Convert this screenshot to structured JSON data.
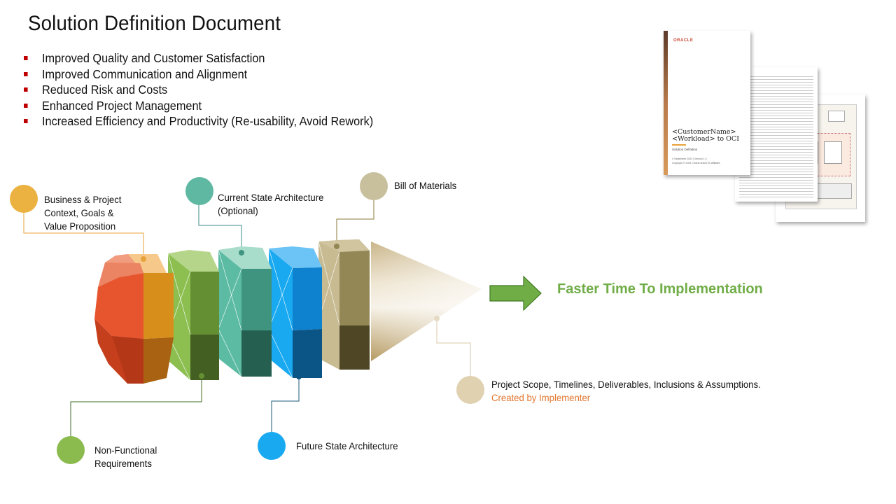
{
  "title": "Solution Definition Document",
  "bullets": [
    "Improved Quality and Customer Satisfaction",
    "Improved Communication and Alignment",
    "Reduced Risk and Costs",
    "Enhanced Project Management",
    "Increased Efficiency and Productivity (Re-usability, Avoid Rework)"
  ],
  "labels": {
    "business": [
      "Business & Project",
      "Context, Goals &",
      "Value Proposition"
    ],
    "current_state": [
      "Current State Architecture",
      "(Optional)"
    ],
    "bom": "Bill of Materials",
    "non_functional": [
      "Non-Functional",
      "Requirements"
    ],
    "future_state": "Future State Architecture",
    "scope": "Project Scope, Timelines, Deliverables, Inclusions & Assumptions.",
    "scope_sub": "Created by Implementer",
    "outcome": "Faster Time To Implementation"
  },
  "document": {
    "brand": "ORACLE",
    "title_line1": "<CustomerName>",
    "title_line2": "<Workload> to OCI",
    "subtitle": "Solution Definition",
    "date": "X September 2023 | Version 1.0",
    "copyright": "Copyright © 2023, Oracle and/or its affiliates"
  },
  "colors": {
    "bullet_marker": "#c00000",
    "outcome_text": "#70ad47",
    "scope_sub_text": "#e2762e",
    "segment_business": "#e8562f",
    "segment_non_functional": "#7aab3e",
    "segment_current_state": "#4fb39a",
    "segment_future_state": "#119ee6",
    "segment_bom": "#b5a77f",
    "arrow": "#70ad47"
  }
}
